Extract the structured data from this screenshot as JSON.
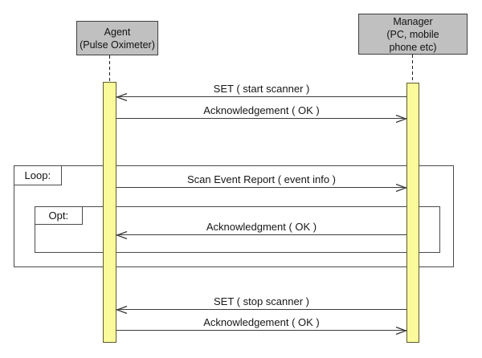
{
  "diagram": {
    "type": "uml-sequence",
    "background": "#ffffff"
  },
  "actors": [
    {
      "id": "agent",
      "lines": [
        "Agent",
        "(Pulse Oximeter)"
      ]
    },
    {
      "id": "manager",
      "lines": [
        "Manager",
        "(PC, mobile",
        "phone etc)"
      ]
    }
  ],
  "frames": [
    {
      "id": "loop",
      "label": "Loop:"
    },
    {
      "id": "opt",
      "label": "Opt:"
    }
  ],
  "messages": [
    {
      "label": "SET ( start scanner )",
      "from": "manager",
      "to": "agent",
      "direction": "right-to-left"
    },
    {
      "label": "Acknowledgement ( OK )",
      "from": "agent",
      "to": "manager",
      "direction": "left-to-right"
    },
    {
      "label": "Scan Event Report ( event info )",
      "from": "agent",
      "to": "manager",
      "direction": "left-to-right",
      "frame": "loop"
    },
    {
      "label": "Acknowledgment ( OK )",
      "from": "manager",
      "to": "agent",
      "direction": "right-to-left",
      "frame": "opt"
    },
    {
      "label": "SET ( stop scanner )",
      "from": "manager",
      "to": "agent",
      "direction": "right-to-left"
    },
    {
      "label": "Acknowledgement ( OK )",
      "from": "agent",
      "to": "manager",
      "direction": "left-to-right"
    }
  ],
  "colors": {
    "actor_box_fill": "#c0c0c0",
    "activation_fill": "#fafa9b",
    "line": "#3c3c3c",
    "frame_border": "#4a4a4a"
  }
}
